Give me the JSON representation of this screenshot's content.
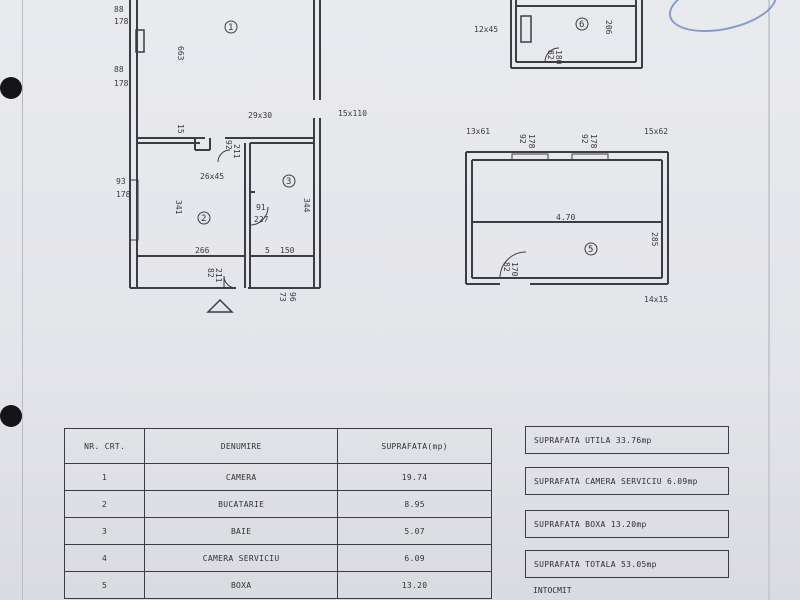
{
  "dimensions": {
    "d_88_178_a": [
      "88",
      "178"
    ],
    "d_88_178_b": [
      "88",
      "178"
    ],
    "d_663": "663",
    "d_2930": "29x30",
    "d_15x110": "15x110",
    "d_15": "15",
    "d_92_211": [
      "92",
      "211"
    ],
    "d_26x45": "26x45",
    "d_93_178": [
      "93",
      "178"
    ],
    "d_341": "341",
    "d_91_227": [
      "91",
      "227"
    ],
    "d_344": "344",
    "d_266": "266",
    "d_5": "5",
    "d_150": "150",
    "d_82_211": [
      "82",
      "211"
    ],
    "d_73_96": [
      "73",
      "96"
    ],
    "d_12x45": "12x45",
    "d_82_180": [
      "82",
      "180"
    ],
    "d_206": "206",
    "d_13x61": "13x61",
    "d_92_178_a": [
      "92",
      "178"
    ],
    "d_92_178_b": [
      "92",
      "178"
    ],
    "d_15x62": "15x62",
    "d_470": "4.70",
    "d_285": "285",
    "d_82_170": [
      "82",
      "170"
    ],
    "d_14x15": "14x15"
  },
  "room_markers": [
    "1",
    "2",
    "3",
    "6",
    "5"
  ],
  "table": {
    "headers": [
      "NR. CRT.",
      "DENUMIRE",
      "SUPRAFATA(mp)"
    ],
    "rows": [
      [
        "1",
        "CAMERA",
        "19.74"
      ],
      [
        "2",
        "BUCATARIE",
        "8.95"
      ],
      [
        "3",
        "BAIE",
        "5.07"
      ],
      [
        "4",
        "CAMERA SERVICIU",
        "6.09"
      ],
      [
        "5",
        "BOXA",
        "13.20"
      ]
    ]
  },
  "summary": {
    "utila": "SUPRAFATA UTILA 33.76mp",
    "serviciu": "SUPRAFATA CAMERA SERVICIU 6.09mp",
    "boxa": "SUPRAFATA BOXA 13.20mp",
    "totala": "SUPRAFATA TOTALA 53.05mp",
    "intocmit": "INTOCMIT"
  },
  "colors": {
    "ink": "#3c3c44",
    "paper": "#e6e7eb",
    "stamp": "#6e86c8"
  }
}
